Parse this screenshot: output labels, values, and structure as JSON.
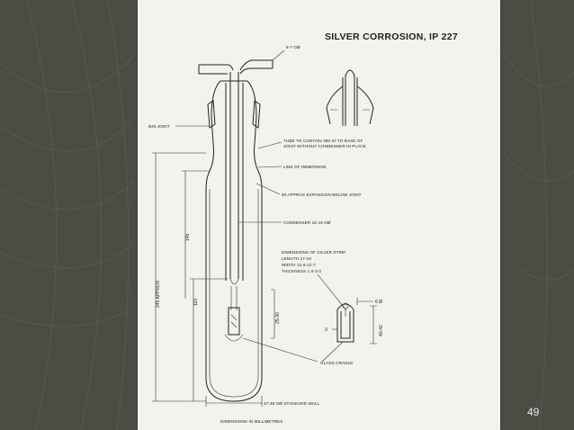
{
  "slide": {
    "page_number": "49"
  },
  "drawing": {
    "title": "SILVER CORROSION, IP 227",
    "labels": {
      "outer_tube_diameter": "6-7 OØ",
      "b45_joint": "B45 JOINT",
      "tube_note_1": "TUBE TO CONTAIN 350 ml TO BASE OF",
      "tube_note_2": "JOINT WITHOUT CONDENSER IN PLACE",
      "line_of_immersion": "LINE OF IMMERSION",
      "expansion": "60 APPROX EXPANSION BELOW JOINT",
      "condenser": "CONDENSER 15-16 OØ",
      "strip_title": "DIMENSIONS OF SILVER STRIP",
      "strip_length": "LENGTH 17-19",
      "strip_width": "WIDTH 12·6-12·7",
      "strip_thickness": "THICKNESS 1·6-3·0",
      "glass_cradle": "GLASS CRADLE",
      "standard_wall": "47-49 OØ STANDARD WALL",
      "units": "DIMENSIONS IN MILLIMETRES"
    },
    "dimensions": {
      "overall": "245 APPROX",
      "upper": "145",
      "lower": "110",
      "cradle_gap": "25-30",
      "cradle_dia": "6 Ø",
      "cradle_3": "3",
      "cradle_height": "40-42"
    }
  }
}
